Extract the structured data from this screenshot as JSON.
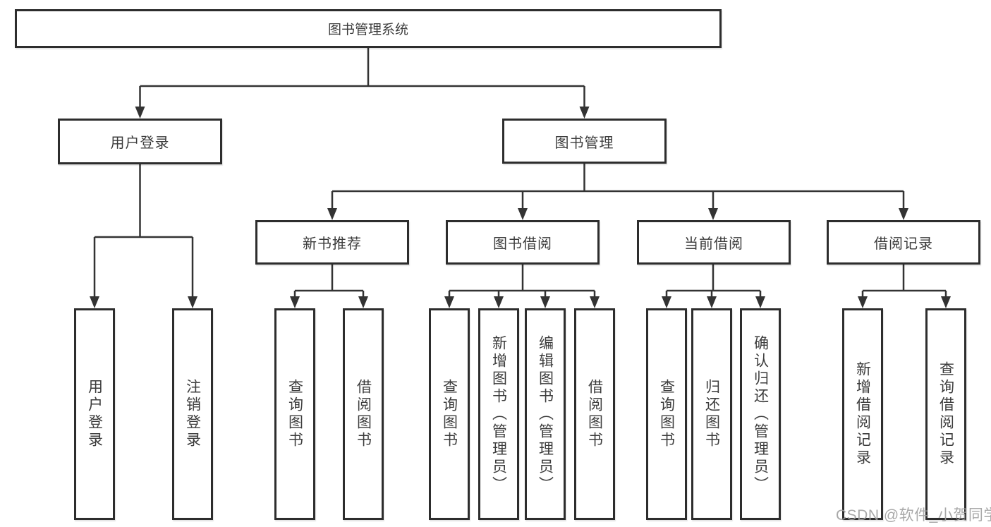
{
  "diagram_title": "图书管理系统",
  "nodes": {
    "root": "图书管理系统",
    "user_login": "用户登录",
    "book_mgmt": "图书管理",
    "login_leaf": "用户登录",
    "logout_leaf": "注销登录",
    "new_books": "新书推荐",
    "nb_query": "查询图书",
    "nb_borrow": "借阅图书",
    "book_borrow": "图书借阅",
    "bb_query": "查询图书",
    "bb_add_admin": "新增图书（管理员）",
    "bb_edit_admin": "编辑图书（管理员）",
    "bb_borrow": "借阅图书",
    "current_borrow": "当前借阅",
    "cb_query": "查询图书",
    "cb_return": "归还图书",
    "cb_confirm_admin": "确认归还（管理员）",
    "records": "借阅记录",
    "rec_add": "新增借阅记录",
    "rec_query": "查询借阅记录"
  },
  "structure": {
    "图书管理系统": [
      "用户登录",
      "图书管理"
    ],
    "用户登录": [
      "用户登录",
      "注销登录"
    ],
    "图书管理": [
      "新书推荐",
      "图书借阅",
      "当前借阅",
      "借阅记录"
    ],
    "新书推荐": [
      "查询图书",
      "借阅图书"
    ],
    "图书借阅": [
      "查询图书",
      "新增图书（管理员）",
      "编辑图书（管理员）",
      "借阅图书"
    ],
    "当前借阅": [
      "查询图书",
      "归还图书",
      "确认归还（管理员）"
    ],
    "借阅记录": [
      "新增借阅记录",
      "查询借阅记录"
    ]
  },
  "watermark": "CSDN @软件_小贺同学",
  "colors": {
    "line": "#333333",
    "box_border": "#2d2d2d",
    "text": "#3c3c3c",
    "watermark": "#9e9e9e",
    "background": "#ffffff"
  }
}
